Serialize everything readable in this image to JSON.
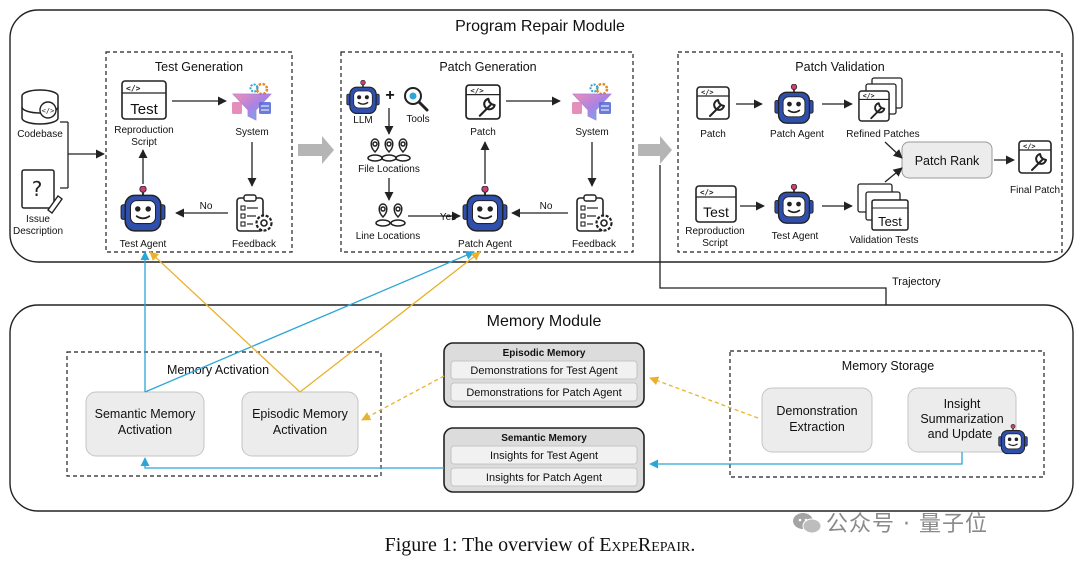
{
  "program_repair": {
    "title": "Program Repair Module",
    "inputs": {
      "codebase": "Codebase",
      "issue_line1": "Issue",
      "issue_line2": "Description"
    },
    "test_generation": {
      "title": "Test Generation",
      "test_badge": "Test",
      "code_glyph": "</>",
      "reproduction_line1": "Reproduction",
      "reproduction_line2": "Script",
      "system": "System",
      "test_agent": "Test Agent",
      "feedback": "Feedback",
      "no": "No"
    },
    "patch_generation": {
      "title": "Patch Generation",
      "llm": "LLM",
      "plus": "+",
      "tools": "Tools",
      "patch": "Patch",
      "system": "System",
      "file_locations": "File Locations",
      "line_locations": "Line Locations",
      "yes": "Yes",
      "patch_agent": "Patch Agent",
      "feedback": "Feedback",
      "no": "No"
    },
    "patch_validation": {
      "title": "Patch Validation",
      "patch": "Patch",
      "patch_agent": "Patch Agent",
      "refined_patches": "Refined Patches",
      "patch_rank": "Patch Rank",
      "final_patch": "Final Patch",
      "test_badge": "Test",
      "reproduction_line1": "Reproduction",
      "reproduction_line2": "Script",
      "test_agent": "Test Agent",
      "validation_tests": "Validation Tests"
    },
    "trajectory": "Trajectory"
  },
  "memory": {
    "title": "Memory Module",
    "activation": {
      "title": "Memory Activation",
      "semantic_line1": "Semantic Memory",
      "semantic_line2": "Activation",
      "episodic_line1": "Episodic Memory",
      "episodic_line2": "Activation"
    },
    "episodic": {
      "title": "Episodic Memory",
      "items": [
        "Demonstrations for Test Agent",
        "Demonstrations for Patch Agent"
      ]
    },
    "semantic": {
      "title": "Semantic Memory",
      "items": [
        "Insights for Test Agent",
        "Insights for Patch Agent"
      ]
    },
    "storage": {
      "title": "Memory Storage",
      "demo_line1": "Demonstration",
      "demo_line2": "Extraction",
      "insight_line1": "Insight",
      "insight_line2": "Summarization",
      "insight_line3": "and Update"
    }
  },
  "caption": {
    "prefix": "Figure 1: The overview of ",
    "name_a": "Expe",
    "name_b": "Repair",
    "suffix": "."
  },
  "watermark": "公众号 · 量子位",
  "colors": {
    "activation_blue": "#2aa7d6",
    "activation_gold": "#e8b22e",
    "robot": "#2f4fae",
    "accent_pink": "#d63a7a"
  }
}
